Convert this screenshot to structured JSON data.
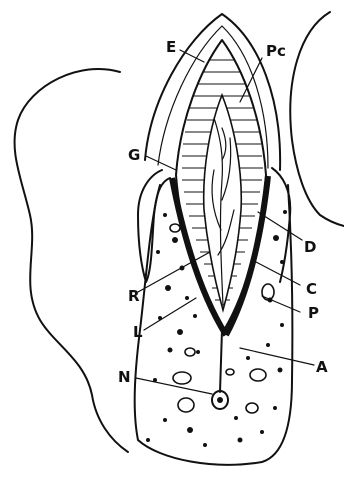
{
  "labels": {
    "E": "E",
    "Pc": "Pc",
    "G": "G",
    "D": "D",
    "C": "C",
    "R": "R",
    "P": "P",
    "L": "L",
    "A": "A",
    "N": "N"
  }
}
